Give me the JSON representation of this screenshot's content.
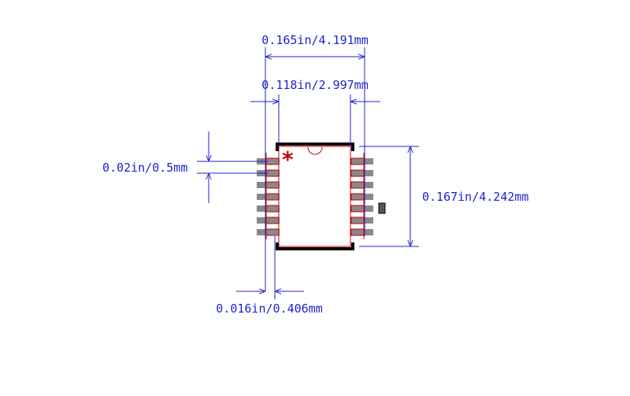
{
  "colors": {
    "dimension": "#2222cc",
    "pad": "#888888",
    "outline": "#000000",
    "assembly": "#cc0000",
    "background": "#ffffff"
  },
  "dimensions": {
    "overall_width": "0.165in/4.191mm",
    "body_width": "0.118in/2.997mm",
    "pitch": "0.02in/0.5mm",
    "body_height": "0.167in/4.242mm",
    "pad_width": "0.016in/0.406mm"
  },
  "pin1_marker": "*",
  "left_pad_count": 7,
  "right_pad_count": 7,
  "thermal_pad_count": 1
}
